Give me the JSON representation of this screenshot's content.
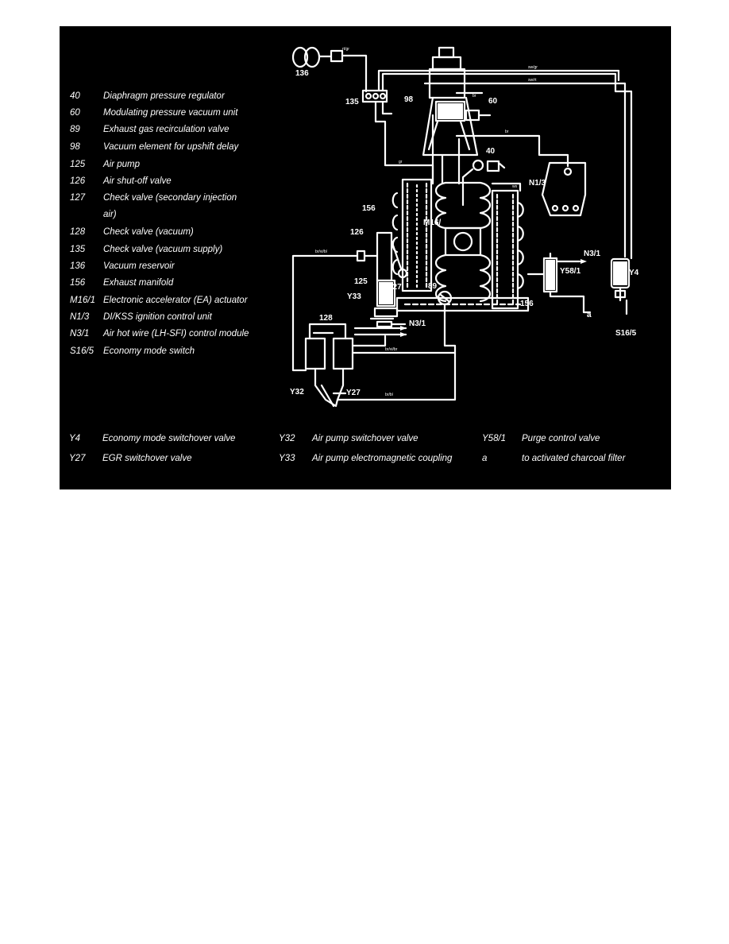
{
  "legend_top": [
    {
      "code": "40",
      "text": "Diaphragm pressure regulator"
    },
    {
      "code": "60",
      "text": "Modulating pressure vacuum unit"
    },
    {
      "code": "89",
      "text": "Exhaust gas recirculation valve"
    },
    {
      "code": "98",
      "text": "Vacuum element for upshift delay"
    },
    {
      "code": "125",
      "text": "Air pump"
    },
    {
      "code": "126",
      "text": "Air shut-off valve"
    },
    {
      "code": "127",
      "text": "Check valve (secondary injection"
    },
    {
      "code": "",
      "text": "air)"
    },
    {
      "code": "128",
      "text": "Check valve (vacuum)"
    },
    {
      "code": "135",
      "text": "Check valve (vacuum supply)"
    },
    {
      "code": "136",
      "text": "Vacuum reservoir"
    },
    {
      "code": "156",
      "text": "Exhaust manifold"
    },
    {
      "code": "M16/1",
      "text": "Electronic accelerator (EA) actuator"
    },
    {
      "code": "N1/3",
      "text": "DI/KSS ignition control unit"
    },
    {
      "code": "N3/1",
      "text": "Air hot wire (LH-SFI) control module"
    },
    {
      "code": "S16/5",
      "text": "Economy mode switch"
    }
  ],
  "legend_bottom": [
    {
      "code": "Y4",
      "text": "Economy mode switchover valve"
    },
    {
      "code": "Y27",
      "text": "EGR switchover valve"
    },
    {
      "code": "Y32",
      "text": "Air pump switchover valve"
    },
    {
      "code": "Y33",
      "text": "Air pump electromagnetic coupling"
    },
    {
      "code": "Y58/1",
      "text": "Purge control valve"
    },
    {
      "code": "a",
      "text": "to activated charcoal filter"
    }
  ],
  "diagram_labels": {
    "l136": "136",
    "l135": "135",
    "l98": "98",
    "l60": "60",
    "l40": "40",
    "l156a": "156",
    "l156b": "156",
    "l126": "126",
    "l127": "127",
    "l125": "125",
    "lY33": "Y33",
    "l89": "89",
    "lM16": "M16/",
    "lN13": "N1/3",
    "lN31a": "N3/1",
    "lN31b": "N3/1",
    "lY58": "Y58/1",
    "la": "a",
    "lY4": "Y4",
    "lS165": "S16/5",
    "l128": "128",
    "lY32": "Y32",
    "lY27": "Y27"
  }
}
